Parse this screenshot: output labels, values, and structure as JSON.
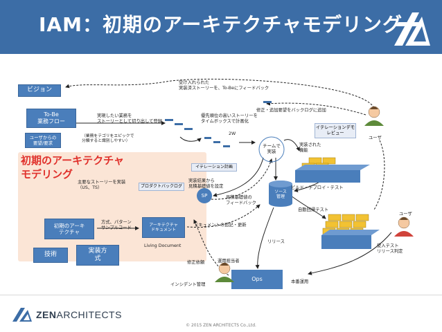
{
  "header": {
    "title": "IAM：初期のアーキテクチャモデリング"
  },
  "diagram": {
    "vision": "ビジョン",
    "tobe": "To-Be\n業務フロー",
    "user_request": "ユーザからの\n要望/要求",
    "region_title": "初期のアーキテクチャ\nモデリング",
    "initial_arch": "初期のアーキ\nテクチャ",
    "technology": "技術",
    "impl_style": "実装方\n式",
    "arch_doc": "アーキテクチャ\nドキュメント",
    "living_doc": "Living Document",
    "product_backlog": "プロダクトバックログ",
    "iteration_plan": "イテレーション計画",
    "sp": "SP",
    "team_impl": "チームで\n実装",
    "iter_demo": "イテレーションデモ\nレビュー",
    "user_1": "ユーザ",
    "user_2": "ユーザ",
    "source_mgmt": "ソース\n管理",
    "ops": "Ops",
    "label_feedback_top": "受け入れられた\n実装済ストーリーを、To-Beにフィードバック",
    "label_fix_add": "修正・追加要望をバックログに追加",
    "label_register": "実現したい業務を\nストーリーとして切り出して登録",
    "label_epic_note": "（業務をテゴリをエピックで\n分類すると識別しやすい）",
    "label_priority": "優先順位の高いストーリーを\nタイムボックスで計画化",
    "label_2w": "2W",
    "label_impl_func": "実装された\n機能",
    "label_story_impl": "主要なストーリーを実装\n（US、TS）",
    "label_estimate_set": "実装結果から\n見積基礎値を設定",
    "label_estimate_feedback": "見積基礎値の\nフィードバック",
    "label_build": "ビルド・デプロイ・テスト",
    "label_auto_test": "自動回帰テスト",
    "label_method": "方式、パターン\nサンプルコード",
    "label_doc_update": "ドキュメントの追記・更新",
    "label_release": "リリース",
    "label_accept": "受入テスト\nリリース判定",
    "label_fix_req": "修正依頼",
    "label_operator": "運用担当者",
    "label_incident": "インシデント管理",
    "label_production": "本番運用"
  },
  "footer": {
    "brand_bold": "ZEN",
    "brand_rest": "ARCHITECTS",
    "copyright": "© 2015 ZEN ARCHITECTS Co.,Ltd."
  }
}
